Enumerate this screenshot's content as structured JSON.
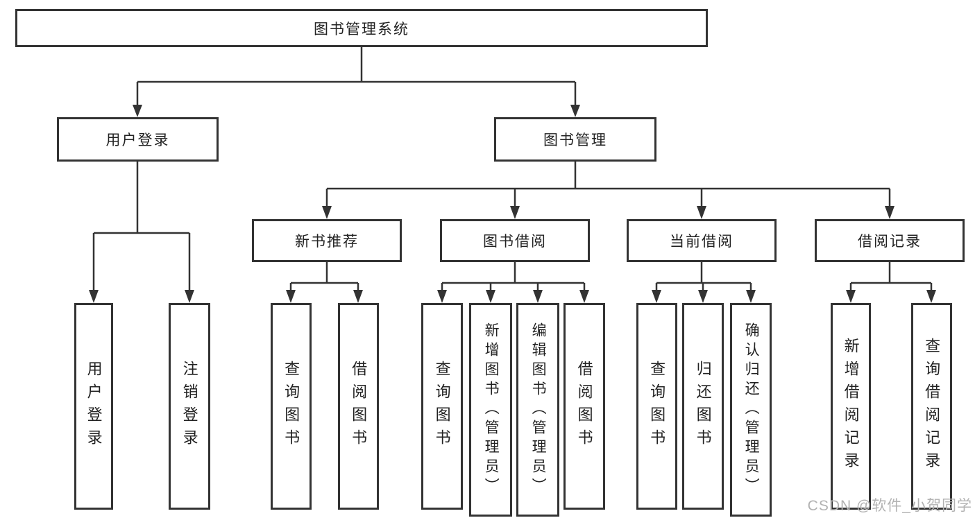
{
  "root": {
    "label": "图书管理系统"
  },
  "branches": {
    "user": {
      "label": "用户登录",
      "children": [
        {
          "label": "用户登录"
        },
        {
          "label": "注销登录"
        }
      ]
    },
    "book": {
      "label": "图书管理",
      "modules": [
        {
          "label": "新书推荐",
          "children": [
            {
              "label": "查询图书"
            },
            {
              "label": "借阅图书"
            }
          ]
        },
        {
          "label": "图书借阅",
          "children": [
            {
              "label": "查询图书"
            },
            {
              "label": "新增图书（管理员）"
            },
            {
              "label": "编辑图书（管理员）"
            },
            {
              "label": "借阅图书"
            }
          ]
        },
        {
          "label": "当前借阅",
          "children": [
            {
              "label": "查询图书"
            },
            {
              "label": "归还图书"
            },
            {
              "label": "确认归还（管理员）"
            }
          ]
        },
        {
          "label": "借阅记录",
          "children": [
            {
              "label": "新增借阅记录"
            },
            {
              "label": "查询借阅记录"
            }
          ]
        }
      ]
    }
  },
  "watermark": {
    "text": "CSDN @软件_小贺同学"
  },
  "colors": {
    "line": "#333333",
    "text": "#222222",
    "box_bg": "#ffffff",
    "watermark": "#b2b2b2"
  }
}
